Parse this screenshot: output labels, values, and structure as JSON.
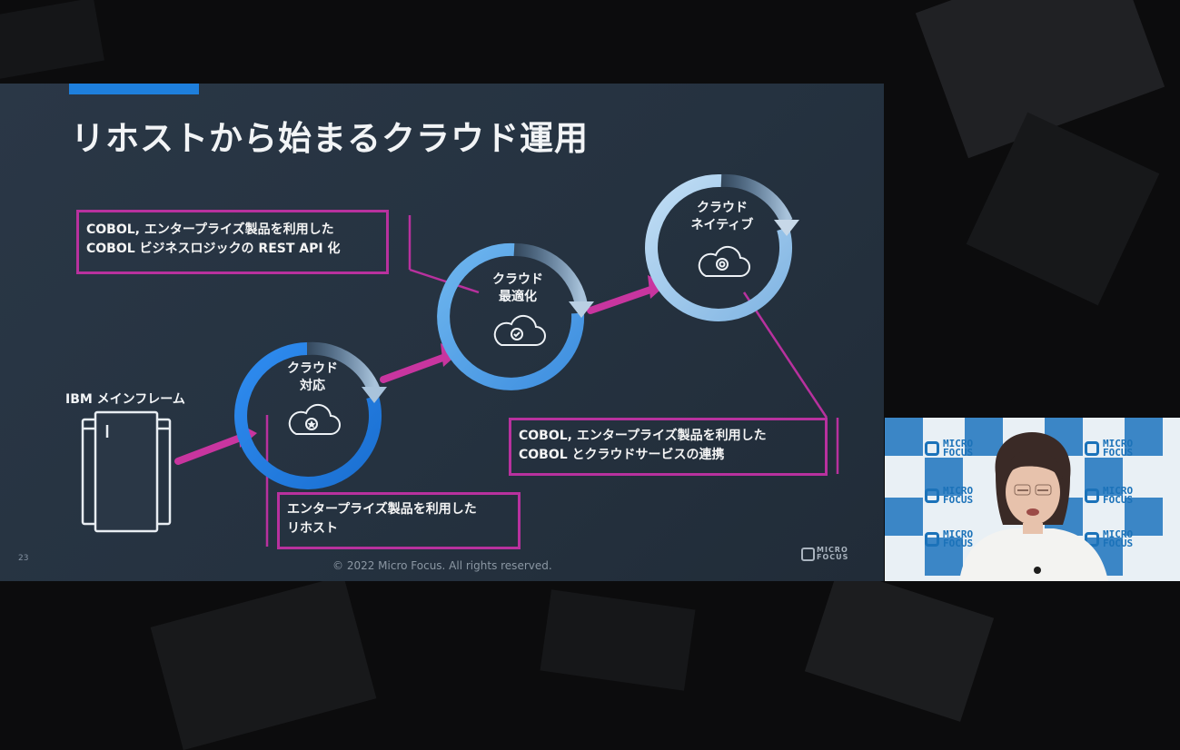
{
  "slide": {
    "title": "リホストから始まるクラウド運用",
    "page_number": "23",
    "copyright": "© 2022 Micro Focus. All rights reserved.",
    "logo_text": [
      "MICRO",
      "FOCUS"
    ]
  },
  "mainframe": {
    "label": "IBM メインフレーム"
  },
  "stages": [
    {
      "lines": [
        "クラウド",
        "対応"
      ],
      "icon": "cloud-star-icon"
    },
    {
      "lines": [
        "クラウド",
        "最適化"
      ],
      "icon": "cloud-check-icon"
    },
    {
      "lines": [
        "クラウド",
        "ネイティブ"
      ],
      "icon": "cloud-gear-icon"
    }
  ],
  "callouts": {
    "top": [
      "COBOL, エンタープライズ製品を利用した",
      "COBOL ビジネスロジックの REST API 化"
    ],
    "bottom_right": [
      "COBOL, エンタープライズ製品を利用した",
      "COBOL とクラウドサービスの連携"
    ],
    "bottom": [
      "エンタープライズ製品を利用した",
      "リホスト"
    ]
  },
  "webcam": {
    "backdrop_text": [
      "MICRO",
      "FOCUS"
    ]
  },
  "colors": {
    "accent_blue": "#1e7fdc",
    "callout_magenta": "#b8319e",
    "arrow_magenta": "#c8359f",
    "slide_bg": "#263341"
  }
}
